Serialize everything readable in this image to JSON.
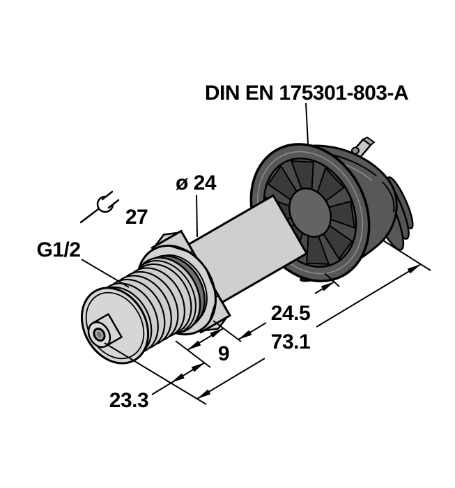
{
  "drawing": {
    "title": "Pressure sensor dimensional drawing",
    "labels": {
      "connector_standard": "DIN EN 175301-803-A",
      "body_diameter": "ø 24",
      "wrench_size": "27",
      "process_connection": "G1/2"
    },
    "dimensions_mm": {
      "thread_length": "23.3",
      "hex_length": "9",
      "body_length": "24.5",
      "overall_length": "73.1"
    },
    "icons": {
      "wrench": "wrench-icon"
    },
    "colors": {
      "background": "#ffffff",
      "line": "#000000",
      "metal_light": "#d6d6d6",
      "metal_mid": "#cfcfcf",
      "washer_gray": "#c9c9c9",
      "seal_dark": "#6f6f6f",
      "connector_dark": "#585858",
      "connector_band": "#4a4a4a",
      "connector_recess": "#3a3a3a",
      "terminal_light": "#c8c8c8"
    }
  }
}
